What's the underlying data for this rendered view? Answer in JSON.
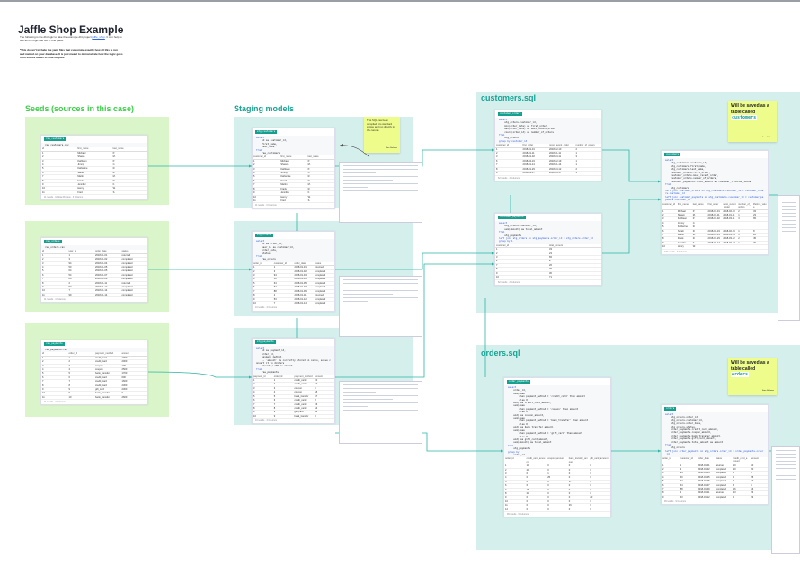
{
  "title": "Jaffle Shop Example",
  "intro": {
    "text1": "The following is the dbt logic to take the example dbt project",
    "link": "jaffle_shop",
    "text2": ". It can help to see all the logic laid out in one place.",
    "note": "*This doesn't include the yaml files that customize exactly how all this is run and named on your database. It is just meant to demonstrate how the logic goes from source tables to final outputs."
  },
  "sections": {
    "seeds": "Seeds (sources in this case)",
    "staging": "Staging models",
    "customers": "customers.sql",
    "orders": "orders.sql"
  },
  "stickies": {
    "compiled": {
      "text": "This SQL has been compiled into standard syntax and run directly in the canvas",
      "author": "Sam Stelman"
    },
    "customers": {
      "text": "Will be saved as a table called",
      "table": "customers",
      "author": "Sam Stelman"
    },
    "orders": {
      "text": "Will be saved as a table called",
      "table": "orders",
      "author": "Sam Stelman"
    }
  },
  "colors": {
    "seed_panel": "#d9f5c9",
    "model_panel": "#d4efec",
    "accent": "#169e8f",
    "sticky": "#eefc8c"
  },
  "cards": [
    {
      "id": "raw_customers",
      "label": "raw_customers",
      "sql": [
        "raw_customers.csv"
      ],
      "columns": [
        "id",
        "first_name",
        "last_name"
      ],
      "rows": [
        [
          "1",
          "Michael",
          "P."
        ],
        [
          "2",
          "Shawn",
          "M."
        ],
        [
          "3",
          "Kathleen",
          "P."
        ],
        [
          "4",
          "Jimmy",
          "C."
        ],
        [
          "5",
          "Katherine",
          "R."
        ],
        [
          "6",
          "Sarah",
          "R."
        ],
        [
          "7",
          "Martin",
          "M."
        ],
        [
          "8",
          "Frank",
          "R."
        ],
        [
          "9",
          "Jennifer",
          "F."
        ],
        [
          "10",
          "Henry",
          "W."
        ],
        [
          "11",
          "Fred",
          "S."
        ]
      ],
      "footer": "11 results · 10 Raw Preview · 3 Columns"
    },
    {
      "id": "raw_orders",
      "label": "raw_orders",
      "sql": [
        "raw_orders.csv"
      ],
      "columns": [
        "id",
        "user_id",
        "order_date",
        "status"
      ],
      "rows": [
        [
          "1",
          "1",
          "2018-01-01",
          "returned"
        ],
        [
          "2",
          "3",
          "2018-01-02",
          "completed"
        ],
        [
          "3",
          "94",
          "2018-01-04",
          "completed"
        ],
        [
          "4",
          "50",
          "2018-01-05",
          "completed"
        ],
        [
          "5",
          "64",
          "2018-01-05",
          "completed"
        ],
        [
          "6",
          "54",
          "2018-01-07",
          "completed"
        ],
        [
          "7",
          "88",
          "2018-01-09",
          "completed"
        ],
        [
          "8",
          "2",
          "2018-01-11",
          "returned"
        ],
        [
          "9",
          "53",
          "2018-01-12",
          "completed"
        ],
        [
          "10",
          "7",
          "2018-01-14",
          "completed"
        ],
        [
          "11",
          "99",
          "2018-01-14",
          "completed"
        ]
      ],
      "footer": "11 results · 4 Columns"
    },
    {
      "id": "raw_payments",
      "label": "raw_payments",
      "sql": [
        "raw_payments.csv"
      ],
      "columns": [
        "id",
        "order_id",
        "payment_method",
        "amount"
      ],
      "rows": [
        [
          "1",
          "1",
          "credit_card",
          "1000"
        ],
        [
          "2",
          "2",
          "credit_card",
          "2000"
        ],
        [
          "3",
          "3",
          "coupon",
          "100"
        ],
        [
          "4",
          "4",
          "coupon",
          "2500"
        ],
        [
          "5",
          "5",
          "bank_transfer",
          "1700"
        ],
        [
          "6",
          "6",
          "credit_card",
          "600"
        ],
        [
          "7",
          "7",
          "credit_card",
          "1600"
        ],
        [
          "8",
          "8",
          "credit_card",
          "2300"
        ],
        [
          "9",
          "9",
          "gift_card",
          "2300"
        ],
        [
          "10",
          "9",
          "bank_transfer",
          "0"
        ],
        [
          "11",
          "10",
          "bank_transfer",
          "2600"
        ]
      ],
      "footer": "11 results · 4 Columns"
    },
    {
      "id": "stg_customers",
      "label": "stg_customers",
      "sql": [
        "select",
        "    id as customer_id,",
        "    first_name,",
        "    last_name",
        "from",
        "    raw_customers"
      ],
      "columns": [
        "customer_id",
        "first_name",
        "last_name"
      ],
      "rows": [
        [
          "1",
          "Michael",
          "P."
        ],
        [
          "2",
          "Shawn",
          "M."
        ],
        [
          "3",
          "Kathleen",
          "P."
        ],
        [
          "4",
          "Jimmy",
          "C."
        ],
        [
          "5",
          "Katherine",
          "R."
        ],
        [
          "6",
          "Sarah",
          "R."
        ],
        [
          "7",
          "Martin",
          "M."
        ],
        [
          "8",
          "Frank",
          "R."
        ],
        [
          "9",
          "Jennifer",
          "F."
        ],
        [
          "10",
          "Henry",
          "W."
        ],
        [
          "11",
          "Fred",
          "S."
        ]
      ],
      "footer": "11 results · 3 Columns"
    },
    {
      "id": "stg_orders",
      "label": "stg_orders",
      "sql": [
        "select",
        "    id as order_id,",
        "    user_id as customer_id,",
        "    order_date,",
        "    status",
        "from",
        "    raw_orders"
      ],
      "columns": [
        "order_id",
        "customer_id",
        "order_date",
        "status"
      ],
      "rows": [
        [
          "1",
          "1",
          "2018-01-01",
          "returned"
        ],
        [
          "2",
          "3",
          "2018-01-02",
          "completed"
        ],
        [
          "3",
          "94",
          "2018-01-04",
          "completed"
        ],
        [
          "4",
          "50",
          "2018-01-05",
          "completed"
        ],
        [
          "5",
          "64",
          "2018-01-05",
          "completed"
        ],
        [
          "6",
          "54",
          "2018-01-07",
          "completed"
        ],
        [
          "7",
          "88",
          "2018-01-09",
          "completed"
        ],
        [
          "8",
          "2",
          "2018-01-11",
          "returned"
        ],
        [
          "9",
          "53",
          "2018-01-12",
          "completed"
        ],
        [
          "10",
          "7",
          "2018-01-14",
          "completed"
        ]
      ],
      "footer": "10 results · 4 Columns"
    },
    {
      "id": "stg_payments",
      "label": "stg_payments",
      "sql": [
        "select",
        "    id as payment_id,",
        "    order_id,",
        "    payment_method,",
        "    -- `amount` is currently stored in cents, so we convert it to dollars",
        "    amount / 100 as amount",
        "from",
        "    raw_payments"
      ],
      "columns": [
        "payment_id",
        "order_id",
        "payment_method",
        "amount"
      ],
      "rows": [
        [
          "1",
          "1",
          "credit_card",
          "10"
        ],
        [
          "2",
          "2",
          "credit_card",
          "20"
        ],
        [
          "3",
          "3",
          "coupon",
          "1"
        ],
        [
          "4",
          "4",
          "coupon",
          "25"
        ],
        [
          "5",
          "5",
          "bank_transfer",
          "17"
        ],
        [
          "6",
          "6",
          "credit_card",
          "6"
        ],
        [
          "7",
          "7",
          "credit_card",
          "16"
        ],
        [
          "8",
          "8",
          "credit_card",
          "23"
        ],
        [
          "9",
          "9",
          "gift_card",
          "23"
        ],
        [
          "10",
          "9",
          "bank_transfer",
          "0"
        ]
      ],
      "footer": "10 results · 4 Columns"
    },
    {
      "id": "customer_orders",
      "label": "customer_orders",
      "sql": [
        "select",
        "    stg_orders.customer_id,",
        "    min(order_date) as first_order,",
        "    max(order_date) as most_recent_order,",
        "    count(order_id) as number_of_orders",
        "from",
        "    stg_orders",
        "group by customer_id"
      ],
      "columns": [
        "customer_id",
        "first_order",
        "most_recent_order",
        "number_of_orders"
      ],
      "rows": [
        [
          "1",
          "2018-01-01",
          "2018-02-10",
          "2"
        ],
        [
          "2",
          "2018-01-11",
          "2018-01-11",
          "1"
        ],
        [
          "3",
          "2018-01-02",
          "2018-03-11",
          "3"
        ],
        [
          "6",
          "2018-02-19",
          "2018-02-19",
          "1"
        ],
        [
          "7",
          "2018-01-14",
          "2018-01-14",
          "1"
        ],
        [
          "8",
          "2018-01-29",
          "2018-03-12",
          "2"
        ],
        [
          "9",
          "2018-03-17",
          "2018-03-17",
          "1"
        ]
      ],
      "footer": "62 results · 4 Columns"
    },
    {
      "id": "customer_payments",
      "label": "customer_payments",
      "sql": [
        "select",
        "    stg_orders.customer_id,",
        "    sum(amount) as total_amount",
        "from",
        "    stg_payments",
        "left join stg_orders on stg_payments.order_id = stg_orders.order_id",
        "group by 1"
      ],
      "columns": [
        "customer_id",
        "total_amount"
      ],
      "rows": [
        [
          "1",
          "33"
        ],
        [
          "2",
          "23"
        ],
        [
          "3",
          "65"
        ],
        [
          "6",
          "8"
        ],
        [
          "7",
          "26"
        ],
        [
          "8",
          "45"
        ],
        [
          "9",
          "30"
        ],
        [
          "10",
          "71"
        ]
      ],
      "footer": "62 results · 2 Columns"
    },
    {
      "id": "customers_final",
      "label": "customers",
      "sql": [
        "select",
        "    stg_customers.customer_id,",
        "    stg_customers.first_name,",
        "    stg_customers.last_name,",
        "    customer_orders.first_order,",
        "    customer_orders.most_recent_order,",
        "    customer_orders.number_of_orders,",
        "    customer_payments.total_amount as customer_lifetime_value",
        "from",
        "    stg_customers",
        "left join customer_orders on stg_customers.customer_id = customer_orders.customer_id",
        "left join customer_payments on stg_customers.customer_id = customer_payments.customer_id"
      ],
      "columns": [
        "customer_id",
        "first_name",
        "last_name",
        "first_order",
        "most_recent_order",
        "number_of_orders",
        "lifetime_value"
      ],
      "rows": [
        [
          "1",
          "Michael",
          "P.",
          "2018-01-01",
          "2018-02-10",
          "2",
          "33"
        ],
        [
          "2",
          "Shawn",
          "M.",
          "2018-01-11",
          "2018-01-11",
          "1",
          "23"
        ],
        [
          "3",
          "Kathleen",
          "P.",
          "2018-01-02",
          "2018-03-11",
          "3",
          "65"
        ],
        [
          "4",
          "Jimmy",
          "C.",
          "",
          "",
          "",
          ""
        ],
        [
          "5",
          "Katherine",
          "R.",
          "",
          "",
          "",
          ""
        ],
        [
          "6",
          "Sarah",
          "R.",
          "2018-02-19",
          "2018-02-19",
          "1",
          "8"
        ],
        [
          "7",
          "Martin",
          "M.",
          "2018-01-14",
          "2018-01-14",
          "1",
          "26"
        ],
        [
          "8",
          "Frank",
          "R.",
          "2018-01-29",
          "2018-03-12",
          "2",
          "45"
        ],
        [
          "9",
          "Jennifer",
          "F.",
          "2018-03-17",
          "2018-03-17",
          "1",
          "30"
        ],
        [
          "10",
          "Henry",
          "W.",
          "",
          "",
          "",
          ""
        ]
      ],
      "footer": "100 results · 7 Columns"
    },
    {
      "id": "order_payments",
      "label": "order_payments",
      "sql": [
        "select",
        "    order_id,",
        "    sum(case",
        "        when payment_method = 'credit_card' then amount",
        "        else 0",
        "    end) as credit_card_amount,",
        "    sum(case",
        "        when payment_method = 'coupon' then amount",
        "        else 0",
        "    end) as coupon_amount,",
        "    sum(case",
        "        when payment_method = 'bank_transfer' then amount",
        "        else 0",
        "    end) as bank_transfer_amount,",
        "    sum(case",
        "        when payment_method = 'gift_card' then amount",
        "        else 0",
        "    end) as gift_card_amount,",
        "    sum(amount) as total_amount",
        "from",
        "    stg_payments",
        "group by",
        "    order_id"
      ],
      "columns": [
        "order_id",
        "credit_card_amount",
        "coupon_amount",
        "bank_transfer_amount",
        "gift_card_amount"
      ],
      "rows": [
        [
          "1",
          "10",
          "0",
          "0",
          "0"
        ],
        [
          "2",
          "20",
          "0",
          "0",
          "0"
        ],
        [
          "3",
          "0",
          "1",
          "0",
          "0"
        ],
        [
          "4",
          "0",
          "25",
          "0",
          "0"
        ],
        [
          "5",
          "0",
          "0",
          "17",
          "0"
        ],
        [
          "6",
          "6",
          "0",
          "0",
          "0"
        ],
        [
          "7",
          "16",
          "0",
          "0",
          "0"
        ],
        [
          "8",
          "23",
          "0",
          "0",
          "0"
        ],
        [
          "9",
          "0",
          "0",
          "0",
          "23"
        ],
        [
          "10",
          "0",
          "0",
          "0",
          "0"
        ],
        [
          "11",
          "0",
          "0",
          "26",
          "0"
        ],
        [
          "12",
          "0",
          "0",
          "0",
          "0"
        ]
      ],
      "footer": "99 results · 6 Columns"
    },
    {
      "id": "orders_final",
      "label": "orders",
      "sql": [
        "select",
        "    stg_orders.order_id,",
        "    stg_orders.customer_id,",
        "    stg_orders.order_date,",
        "    stg_orders.status,",
        "    order_payments.credit_card_amount,",
        "    order_payments.coupon_amount,",
        "    order_payments.bank_transfer_amount,",
        "    order_payments.gift_card_amount,",
        "    order_payments.total_amount as amount",
        "from",
        "    stg_orders",
        "left join order_payments on stg_orders.order_id = order_payments.order_id"
      ],
      "columns": [
        "order_id",
        "customer_id",
        "order_date",
        "status",
        "credit_card_amount",
        "amount"
      ],
      "rows": [
        [
          "1",
          "1",
          "2018-01-01",
          "returned",
          "10",
          "10"
        ],
        [
          "2",
          "3",
          "2018-01-02",
          "completed",
          "20",
          "20"
        ],
        [
          "3",
          "94",
          "2018-01-04",
          "completed",
          "0",
          "1"
        ],
        [
          "4",
          "50",
          "2018-01-05",
          "completed",
          "0",
          "25"
        ],
        [
          "5",
          "64",
          "2018-01-05",
          "completed",
          "0",
          "17"
        ],
        [
          "6",
          "54",
          "2018-01-07",
          "completed",
          "6",
          "6"
        ],
        [
          "7",
          "88",
          "2018-01-09",
          "completed",
          "16",
          "16"
        ],
        [
          "8",
          "2",
          "2018-01-11",
          "returned",
          "23",
          "23"
        ],
        [
          "9",
          "53",
          "2018-01-12",
          "completed",
          "0",
          "23"
        ]
      ],
      "footer": "99 results · 9 Columns"
    }
  ]
}
